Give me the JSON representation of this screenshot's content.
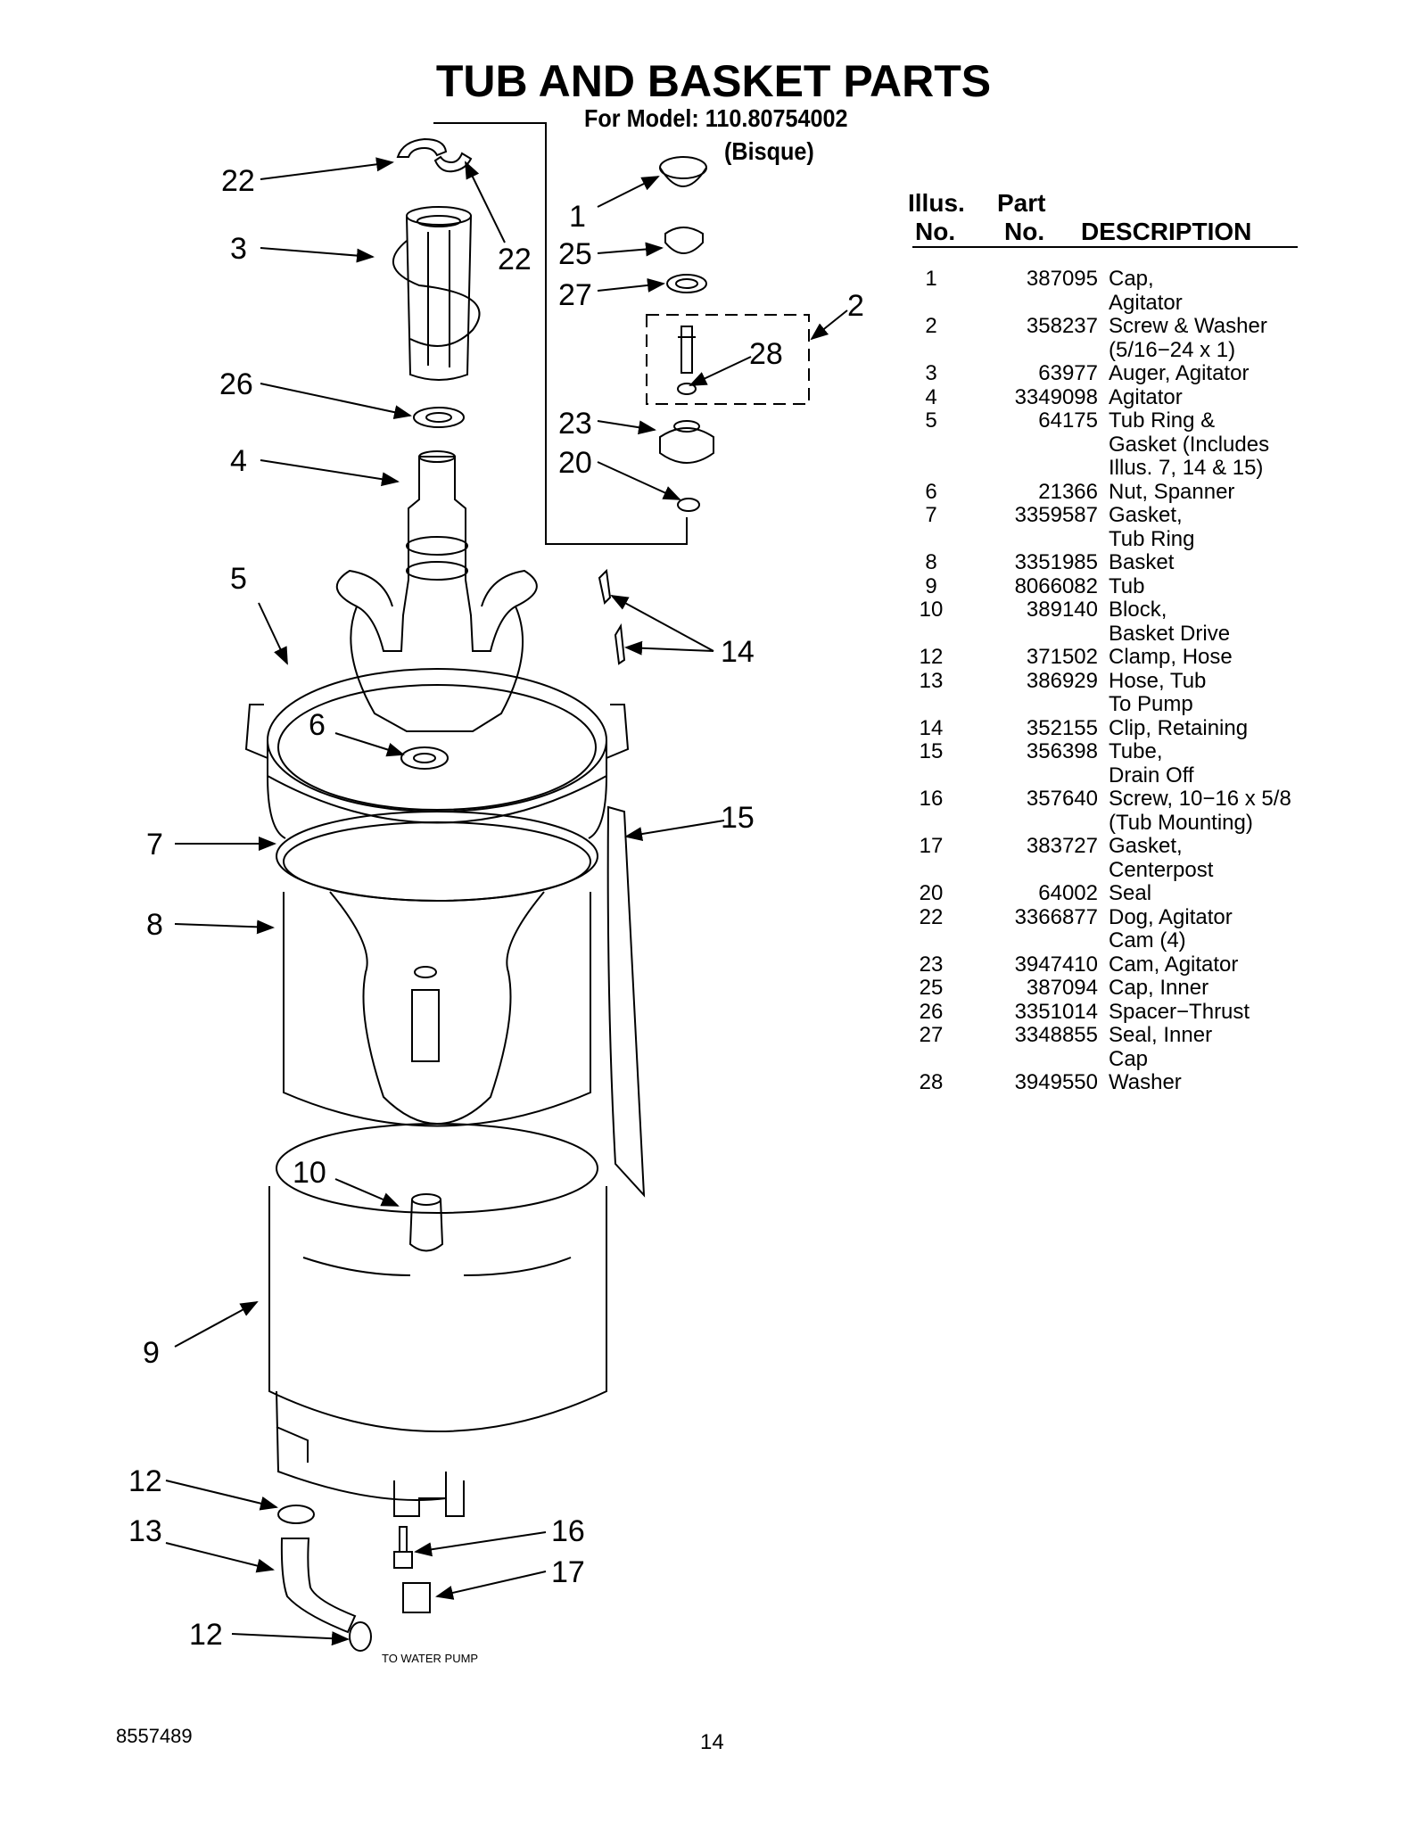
{
  "header": {
    "title": "TUB AND BASKET PARTS",
    "model_line": "For Model: 110.80754002",
    "variant": "(Bisque)"
  },
  "diagram": {
    "callouts": [
      {
        "id": "c22a",
        "label": "22"
      },
      {
        "id": "c3",
        "label": "3"
      },
      {
        "id": "c22b",
        "label": "22"
      },
      {
        "id": "c1",
        "label": "1"
      },
      {
        "id": "c25",
        "label": "25"
      },
      {
        "id": "c27",
        "label": "27"
      },
      {
        "id": "c2",
        "label": "2"
      },
      {
        "id": "c28",
        "label": "28"
      },
      {
        "id": "c26",
        "label": "26"
      },
      {
        "id": "c23",
        "label": "23"
      },
      {
        "id": "c20",
        "label": "20"
      },
      {
        "id": "c4",
        "label": "4"
      },
      {
        "id": "c5",
        "label": "5"
      },
      {
        "id": "c14",
        "label": "14"
      },
      {
        "id": "c6",
        "label": "6"
      },
      {
        "id": "c15",
        "label": "15"
      },
      {
        "id": "c7",
        "label": "7"
      },
      {
        "id": "c8",
        "label": "8"
      },
      {
        "id": "c10",
        "label": "10"
      },
      {
        "id": "c9",
        "label": "9"
      },
      {
        "id": "c12a",
        "label": "12"
      },
      {
        "id": "c13",
        "label": "13"
      },
      {
        "id": "c16",
        "label": "16"
      },
      {
        "id": "c17",
        "label": "17"
      },
      {
        "id": "c12b",
        "label": "12"
      }
    ],
    "pump_label": "TO WATER PUMP"
  },
  "parts_table": {
    "headers": {
      "illus_top": "Illus.",
      "illus_bottom": "No.",
      "part_top": "Part",
      "part_bottom": "No.",
      "description": "DESCRIPTION"
    },
    "rows": [
      {
        "no": "1",
        "part": "387095",
        "desc": "Cap,\n Agitator"
      },
      {
        "no": "2",
        "part": "358237",
        "desc": "Screw & Washer\n(5/16−24 x 1)"
      },
      {
        "no": "3",
        "part": "63977",
        "desc": "Auger, Agitator"
      },
      {
        "no": "4",
        "part": "3349098",
        "desc": "Agitator"
      },
      {
        "no": "5",
        "part": "64175",
        "desc": "Tub Ring &\nGasket (Includes\nIllus. 7, 14 & 15)"
      },
      {
        "no": "6",
        "part": "21366",
        "desc": "Nut, Spanner"
      },
      {
        "no": "7",
        "part": "3359587",
        "desc": "Gasket,\n Tub Ring"
      },
      {
        "no": "8",
        "part": "3351985",
        "desc": "Basket"
      },
      {
        "no": "9",
        "part": "8066082",
        "desc": "Tub"
      },
      {
        "no": "10",
        "part": "389140",
        "desc": "Block,\nBasket Drive"
      },
      {
        "no": "12",
        "part": "371502",
        "desc": "Clamp, Hose"
      },
      {
        "no": "13",
        "part": "386929",
        "desc": "Hose, Tub\n To Pump"
      },
      {
        "no": "14",
        "part": "352155",
        "desc": "Clip, Retaining"
      },
      {
        "no": "15",
        "part": "356398",
        "desc": "Tube,\n Drain Off"
      },
      {
        "no": "16",
        "part": "357640",
        "desc": "Screw, 10−16 x 5/8\n(Tub Mounting)"
      },
      {
        "no": "17",
        "part": "383727",
        "desc": "Gasket,\nCenterpost"
      },
      {
        "no": "20",
        "part": "64002",
        "desc": "Seal"
      },
      {
        "no": "22",
        "part": "3366877",
        "desc": "Dog, Agitator\nCam (4)"
      },
      {
        "no": "23",
        "part": "3947410",
        "desc": "Cam, Agitator"
      },
      {
        "no": "25",
        "part": "387094",
        "desc": "Cap, Inner"
      },
      {
        "no": "26",
        "part": "3351014",
        "desc": "Spacer−Thrust"
      },
      {
        "no": "27",
        "part": "3348855",
        "desc": "Seal, Inner\nCap"
      },
      {
        "no": "28",
        "part": "3949550",
        "desc": "Washer"
      }
    ]
  },
  "footer": {
    "doc_number": "8557489",
    "page_number": "14"
  }
}
